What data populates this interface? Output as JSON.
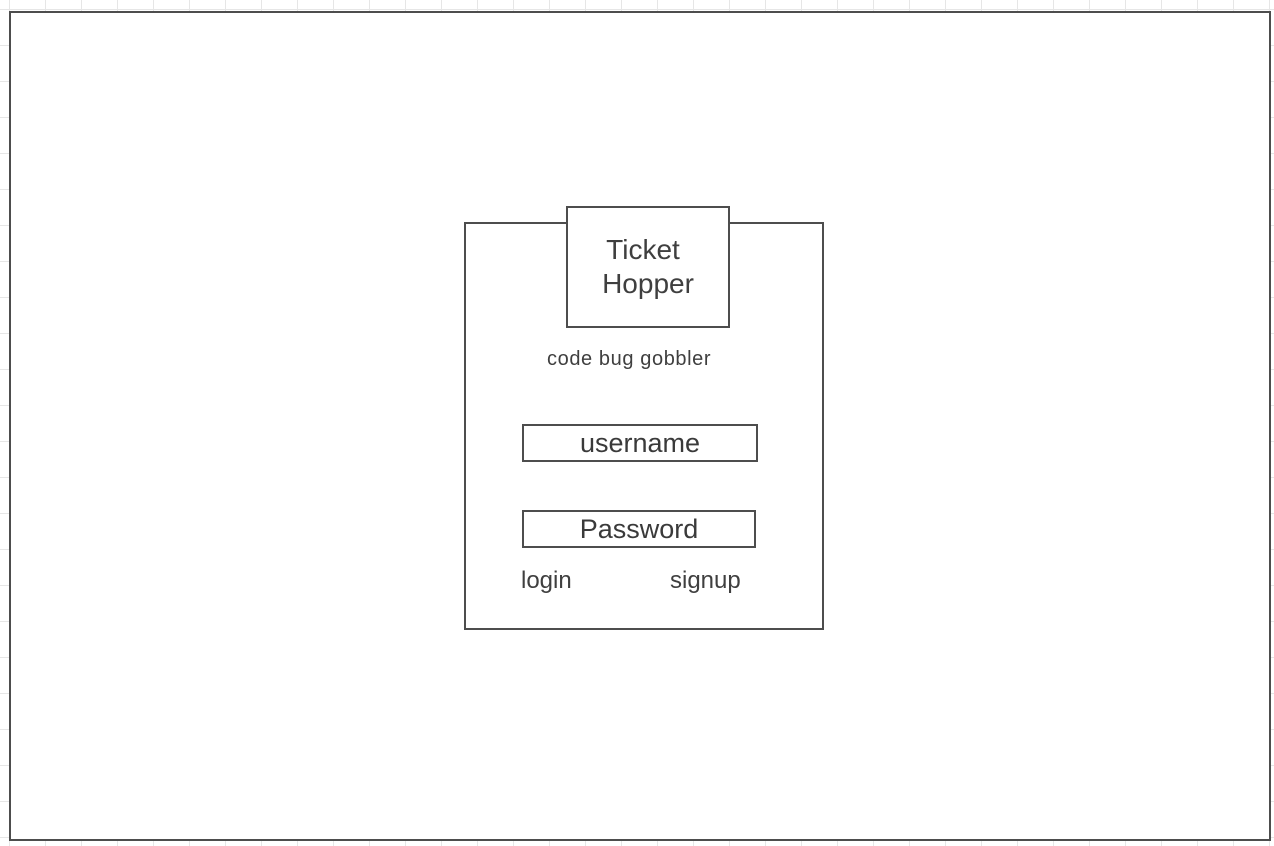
{
  "app": {
    "title_line1": "Ticket",
    "title_line2": "Hopper",
    "tagline": "code bug gobbler"
  },
  "form": {
    "username_placeholder": "username",
    "password_placeholder": "Password",
    "login_label": "login",
    "signup_label": "signup"
  },
  "colors": {
    "border": "#4d4d4d",
    "text": "#3a3a3a",
    "grid": "#e6e6e6",
    "background": "#ffffff"
  }
}
